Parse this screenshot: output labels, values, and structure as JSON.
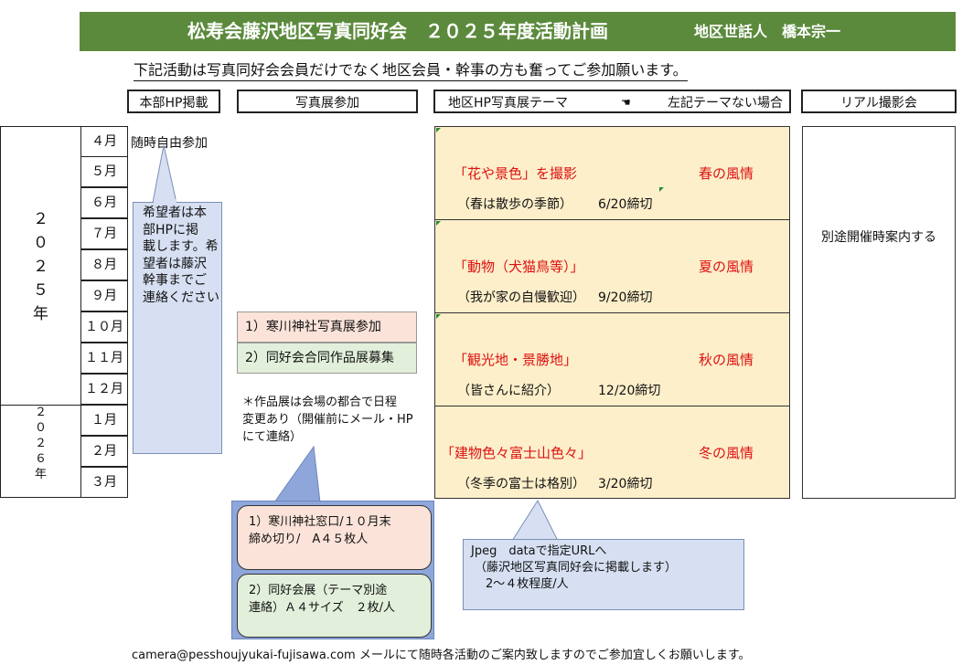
{
  "header": {
    "title": "松寿会藤沢地区写真同好会　２０２５年度活動計画",
    "person": "地区世話人　橋本宗一",
    "subtitle": "下記活動は写真同好会会員だけでなく地区会員・幹事の方も奮ってご参加願います。"
  },
  "columns": {
    "honbu": "本部HP掲載",
    "shashinten": "写真展参加",
    "chiku_theme": "地区HP写真展テーマ",
    "no_theme": "左記テーマない場合",
    "real": "リアル撮影会"
  },
  "years": {
    "y2025": [
      "２",
      "０",
      "２",
      "５",
      "年"
    ],
    "y2026": [
      "２",
      "０",
      "２",
      "６",
      "年"
    ]
  },
  "months": [
    "４月",
    "５月",
    "６月",
    "７月",
    "８月",
    "９月",
    "１０月",
    "１１月",
    "１２月",
    "１月",
    "２月",
    "３月"
  ],
  "honbu": {
    "free": "随時自由参加",
    "callout": [
      "希望者は本",
      "部HPに掲",
      "載します。希",
      "望者は藤沢",
      "幹事までご",
      "連絡ください"
    ]
  },
  "exhibit": {
    "item1": "1）寒川神社写真展参加",
    "item2": "2）同好会合同作品展募集",
    "note": [
      "＊作品展は会場の都合で日程",
      "変更あり（開催前にメール・HP",
      "にて連絡）"
    ],
    "detail1": [
      "1）寒川神社窓口/１０月末",
      "締め切り/　A４５枚人"
    ],
    "detail2": [
      "2）同好会展（テーマ別途",
      "連絡）Ａ４サイズ　２枚/人"
    ]
  },
  "themes": [
    {
      "main": "「花や景色」を撮影",
      "season": "春の風情",
      "sub": "（春は散歩の季節）",
      "deadline": "6/20締切"
    },
    {
      "main": "「動物（犬猫鳥等）」",
      "season": "夏の風情",
      "sub": "（我が家の自慢歓迎）",
      "deadline": "9/20締切"
    },
    {
      "main": "「観光地・景勝地」",
      "season": "秋の風情",
      "sub": "（皆さんに紹介）",
      "deadline": "12/20締切"
    },
    {
      "main": "「建物色々富士山色々」",
      "season": "冬の風情",
      "sub": "（冬季の富士は格別）",
      "deadline": "3/20締切"
    }
  ],
  "theme_callout": [
    "Jpeg　dataで指定URLへ",
    "（藤沢地区写真同好会に掲載します）",
    "2～４枚程度/人"
  ],
  "real_note": "別途開催時案内する",
  "footer": "camera@pesshoujyukai-fujisawa.com メールにて随時各活動のご案内致しますのでご参加宜しくお願いします。",
  "colors": {
    "banner": "#5b8a3c",
    "theme_bg": "#fdefca",
    "callout_bg": "#d6e0f2",
    "red_text": "#dd1111",
    "pink_box": "#fbe3d9",
    "green_box": "#e2efda"
  }
}
